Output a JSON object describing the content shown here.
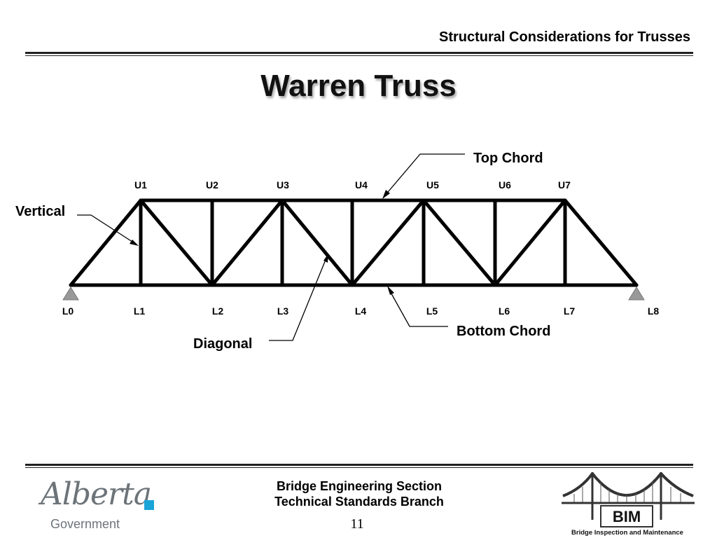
{
  "header": {
    "title": "Structural Considerations for Trusses"
  },
  "slide": {
    "title": "Warren Truss",
    "page_number": "11"
  },
  "diagram": {
    "upper_nodes": [
      "U1",
      "U2",
      "U3",
      "U4",
      "U5",
      "U6",
      "U7"
    ],
    "lower_nodes": [
      "L0",
      "L1",
      "L2",
      "L3",
      "L4",
      "L5",
      "L6",
      "L7",
      "L8"
    ],
    "callouts": {
      "top_chord": "Top Chord",
      "bottom_chord": "Bottom Chord",
      "vertical": "Vertical",
      "diagonal": "Diagonal"
    }
  },
  "footer": {
    "line1": "Bridge Engineering Section",
    "line2": "Technical Standards Branch",
    "alberta_logo_text": "Alberta",
    "alberta_logo_subtext": "Government",
    "bim_logo_text": "BIM",
    "bim_logo_subtext": "Bridge Inspection and Maintenance"
  },
  "colors": {
    "rule": "#222222",
    "support": "#999999",
    "alberta_blue": "#1aa4d8",
    "alberta_grey": "#6c7479"
  }
}
